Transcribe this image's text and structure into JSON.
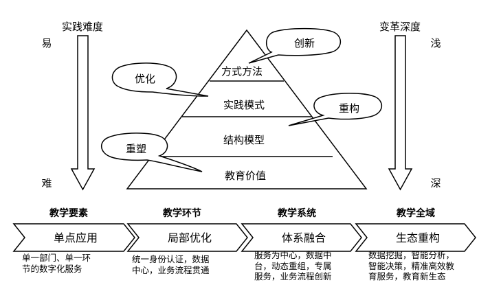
{
  "left_axis": {
    "title": "实践难度",
    "top": "易",
    "bottom": "难"
  },
  "right_axis": {
    "title": "变革深度",
    "top": "浅",
    "bottom": "深"
  },
  "pyramid_levels": [
    "方式方法",
    "实践模式",
    "结构模型",
    "教育价值"
  ],
  "callouts": {
    "innovate": "创新",
    "optimize": "优化",
    "reconstruct": "重构",
    "reshape": "重塑"
  },
  "stages": [
    {
      "title": "教学要素",
      "label": "单点应用",
      "desc": [
        "单一部门、单一环",
        "节的数字化服务"
      ]
    },
    {
      "title": "教学环节",
      "label": "局部优化",
      "desc": [
        "统一身份认证，数据",
        "中心，业务流程贯通"
      ]
    },
    {
      "title": "教学系统",
      "label": "体系融合",
      "desc": [
        "服务为中心，数据中",
        "台，动态重组，专属",
        "服务，业务流程创新"
      ]
    },
    {
      "title": "教学全域",
      "label": "生态重构",
      "desc": [
        "数据挖掘，智能分析，",
        "智能决策，精准高效教",
        "育服务，教育新生态"
      ]
    }
  ]
}
